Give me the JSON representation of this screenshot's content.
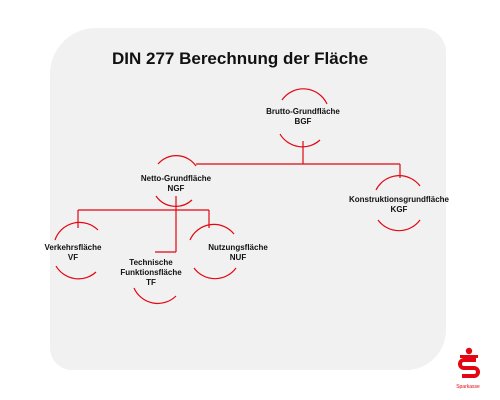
{
  "title": "DIN 277 Berechnung der Fläche",
  "nodes": {
    "bgf": {
      "name": "Brutto-Grundfläche",
      "abbr": "BGF"
    },
    "ngf": {
      "name": "Netto-Grundfläche",
      "abbr": "NGF"
    },
    "kgf": {
      "name": "Konstruktionsgrundfläche",
      "abbr": "KGF"
    },
    "vf": {
      "name": "Verkehrsfläche",
      "abbr": "VF"
    },
    "tf": {
      "line1": "Technische",
      "line2": "Funktionsfläche",
      "abbr": "TF"
    },
    "nuf": {
      "name": "Nutzungsfläche",
      "abbr": "NUF"
    }
  },
  "logo": {
    "icon": "sparkasse-logo",
    "text": "Sparkasse",
    "color": "#e30613"
  },
  "colors": {
    "line": "#e30613",
    "card": "#f1f1f1"
  }
}
